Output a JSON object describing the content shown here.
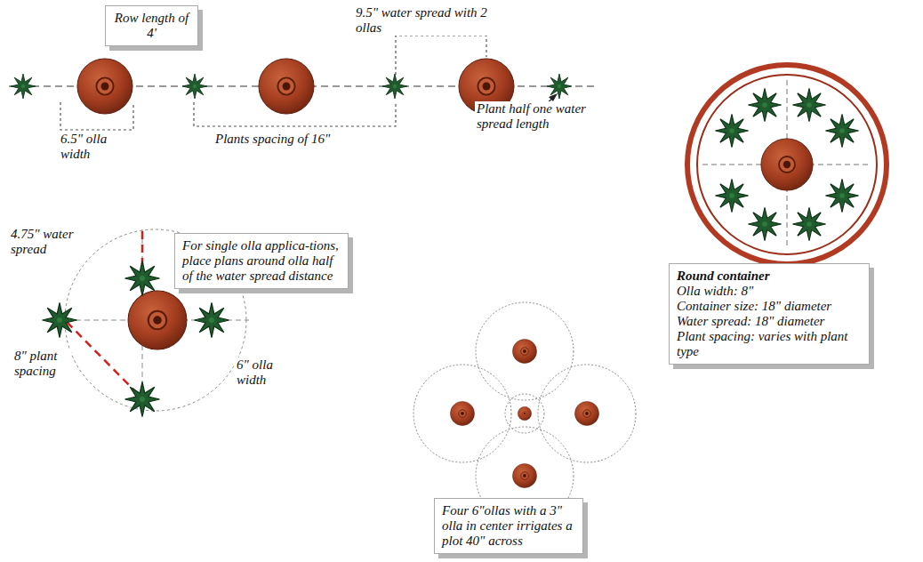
{
  "diagram": {
    "nodes": [
      {
        "text": [
          "Row length of 4'"
        ]
      },
      {
        "text": [
          "For single olla applica-tions, place plans around olla half of the water spread distance"
        ]
      },
      {
        "text": [
          "Four 6\"ollas with a 3\" olla in center irrigates a plot 40\" across"
        ]
      },
      {
        "text": [
          "Round container",
          "Olla width: 8\"",
          "Container size: 18\" diameter",
          "Water spread: 18\" diameter",
          "Plant spacing: varies with plant type"
        ]
      }
    ],
    "labels": [
      "9.5\" water spread with 2 ollas",
      "6.5\" olla width",
      "Plants spacing of 16\"",
      "Plant half one water spread length",
      "4.75\" water spread",
      "8\" plant spacing",
      "6\" olla width"
    ]
  }
}
